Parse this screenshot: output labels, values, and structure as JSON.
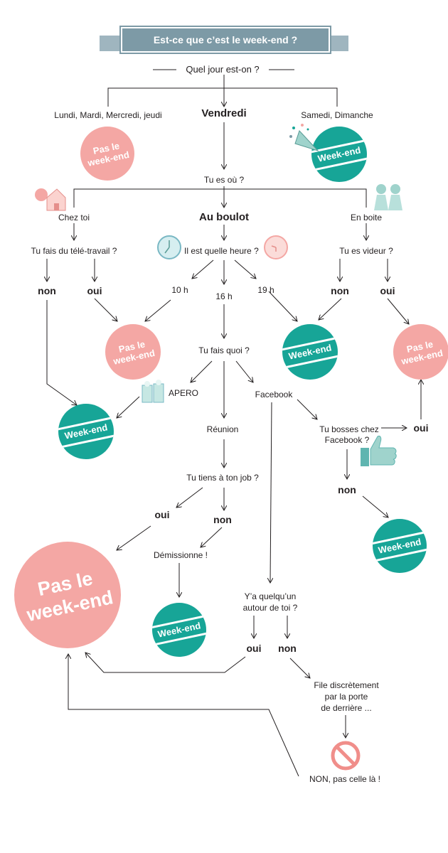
{
  "title": "Est-ce que c’est le week-end ?",
  "q_jour": "Quel jour est-on ?",
  "days": {
    "weekdays": "Lundi, Mardi, Mercredi, jeudi",
    "friday": "Vendredi",
    "weekend": "Samedi, Dimanche"
  },
  "q_ou": "Tu es où ?",
  "places": {
    "home": "Chez toi",
    "work": "Au boulot",
    "club": "En boite"
  },
  "q_tele": "Tu fais du télé-travail ?",
  "q_heure": "Il est quelle heure ?",
  "q_videur": "Tu es videur ?",
  "hours": {
    "h10": "10 h",
    "h16": "16 h",
    "h19": "19 h"
  },
  "q_quoi": "Tu fais quoi ?",
  "activities": {
    "apero": "APERO",
    "reunion": "Réunion",
    "facebook": "Facebook"
  },
  "q_job": "Tu tiens à ton job ?",
  "demission": "Démissionne !",
  "q_fb": [
    "Tu bosses chez",
    "Facebook ?"
  ],
  "q_autour": [
    "Y’a quelqu’un",
    "autour de toi ?"
  ],
  "file": [
    "File discrètement",
    "par la porte",
    "de derrière ..."
  ],
  "non_final": "NON, pas celle là !",
  "yes": "oui",
  "no": "non",
  "badge_not": [
    "Pas le",
    "week-end"
  ],
  "badge_yes": "Week-end",
  "colors": {
    "pink": "#f4a7a4",
    "teal": "#17a597",
    "banner": "#7d9aa6",
    "line": "#231f20"
  }
}
